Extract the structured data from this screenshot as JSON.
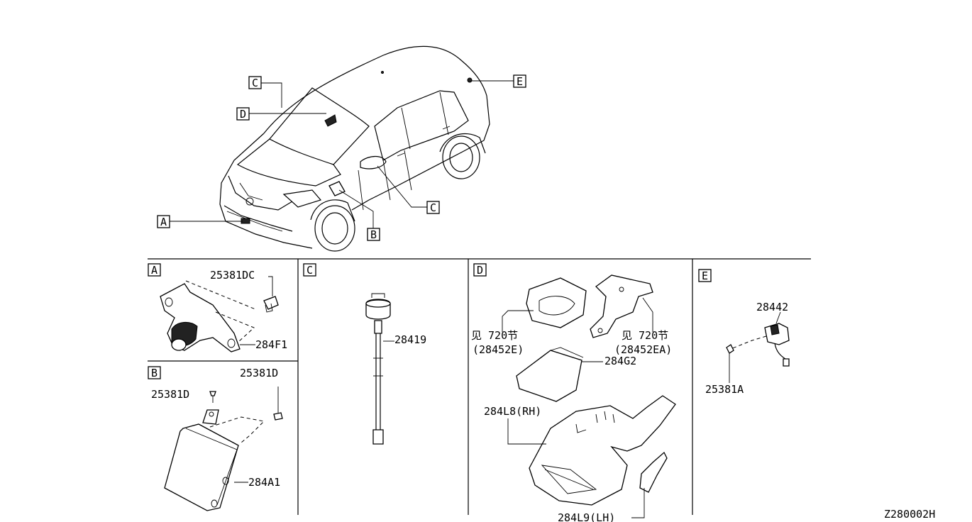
{
  "diagram_code": "Z280002H",
  "overview": {
    "callouts": [
      "C",
      "D",
      "E",
      "A",
      "B",
      "C"
    ]
  },
  "sections": [
    {
      "letter": "A",
      "parts": [
        "25381DC",
        "284F1"
      ]
    },
    {
      "letter": "B",
      "parts": [
        "25381D",
        "25381D",
        "284A1"
      ]
    },
    {
      "letter": "C",
      "parts": [
        "28419"
      ]
    },
    {
      "letter": "D",
      "parts": [
        "见 720节",
        "(28452E)",
        "见 720节",
        "(28452EA)",
        "284G2",
        "284L8(RH)",
        "284L9(LH)"
      ]
    },
    {
      "letter": "E",
      "parts": [
        "28442",
        "25381A"
      ]
    }
  ]
}
